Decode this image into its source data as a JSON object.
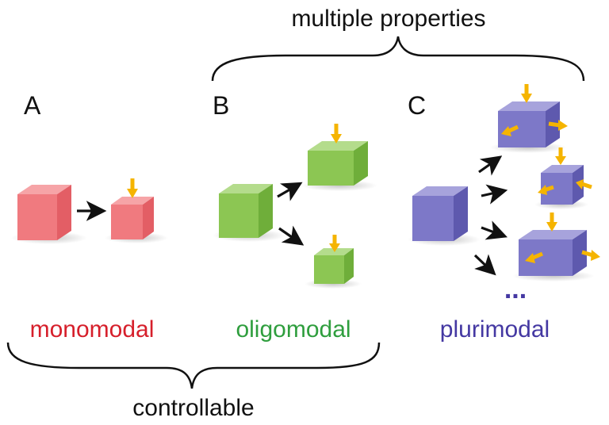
{
  "labels": {
    "top_brace": "multiple properties",
    "bottom_brace": "controllable",
    "panel_a": "A",
    "panel_b": "B",
    "panel_c": "C",
    "ellipsis": "...",
    "mode_a": "monomodal",
    "mode_b": "oligomodal",
    "mode_c": "plurimodal"
  },
  "colors": {
    "mono": "#f07a7f",
    "oligo": "#8cc653",
    "pluri": "#7d78c8",
    "mono_text": "#d61f2b",
    "oligo_text": "#2f9e3e",
    "pluri_text": "#4438a2",
    "force_arrow": "#f5b400",
    "transition_arrow": "#111111"
  }
}
